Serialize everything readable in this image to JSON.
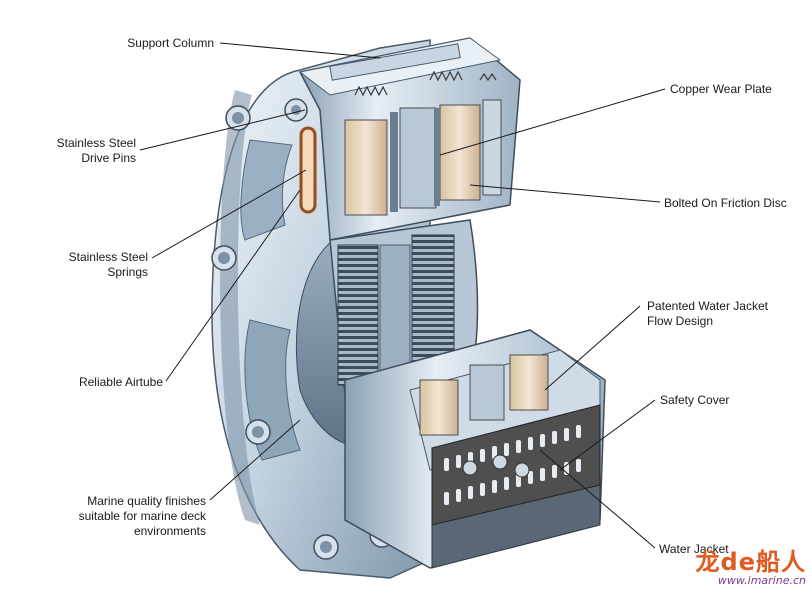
{
  "labels": {
    "support_column": "Support Column",
    "drive_pins": [
      "Stainless Steel",
      "Drive Pins"
    ],
    "springs": [
      "Stainless Steel",
      "Springs"
    ],
    "airtube": "Reliable Airtube",
    "marine_finish": [
      "Marine quality finishes",
      "suitable for marine deck",
      "environments"
    ],
    "copper_wear_plate": "Copper Wear Plate",
    "friction_disc": "Bolted On Friction Disc",
    "water_jacket_flow": [
      "Patented Water Jacket",
      "Flow Design"
    ],
    "safety_cover": "Safety Cover",
    "water_jacket": "Water Jacket"
  },
  "watermark": {
    "logo_text": "龙de船人",
    "url": "www.imarine.cn"
  },
  "colors": {
    "steel_light": "#dfe9f3",
    "steel_mid": "#a9bccd",
    "steel_dark": "#6f8397",
    "friction": "#e9d7bd",
    "copper": "#c06a2a",
    "cover": "#505050",
    "watermark": "#e0591f"
  }
}
